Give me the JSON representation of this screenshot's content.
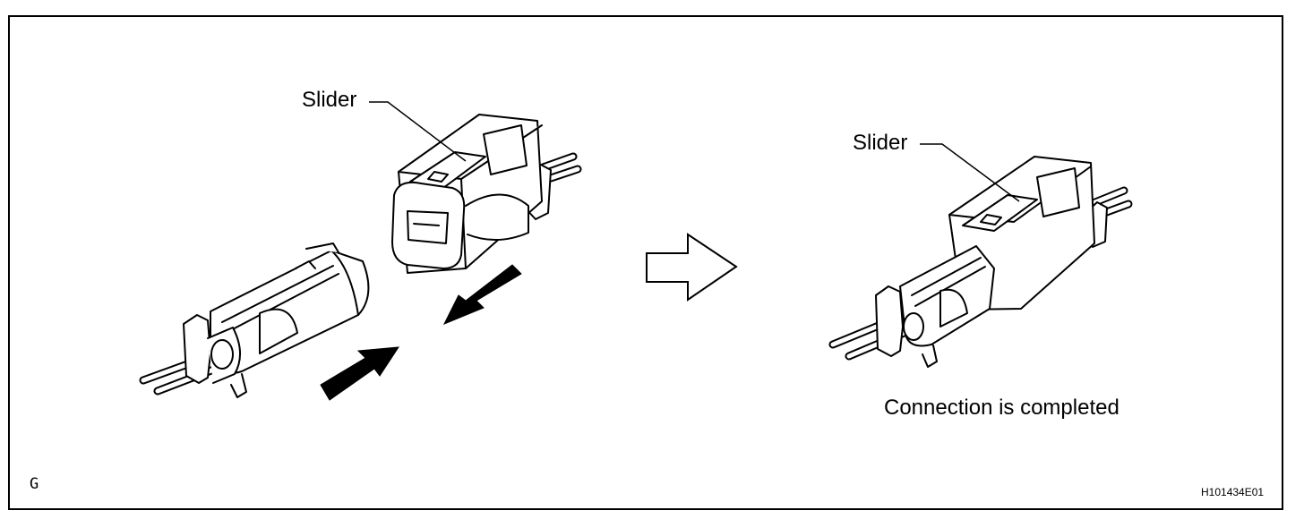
{
  "labels": {
    "slider_before": "Slider",
    "slider_after": "Slider",
    "caption": "Connection is completed",
    "corner_code": "G",
    "figure_id": "H101434E01"
  },
  "icons": {
    "push_arrows": "solid-black-arrows",
    "transition_arrow": "hollow-right-arrow"
  }
}
